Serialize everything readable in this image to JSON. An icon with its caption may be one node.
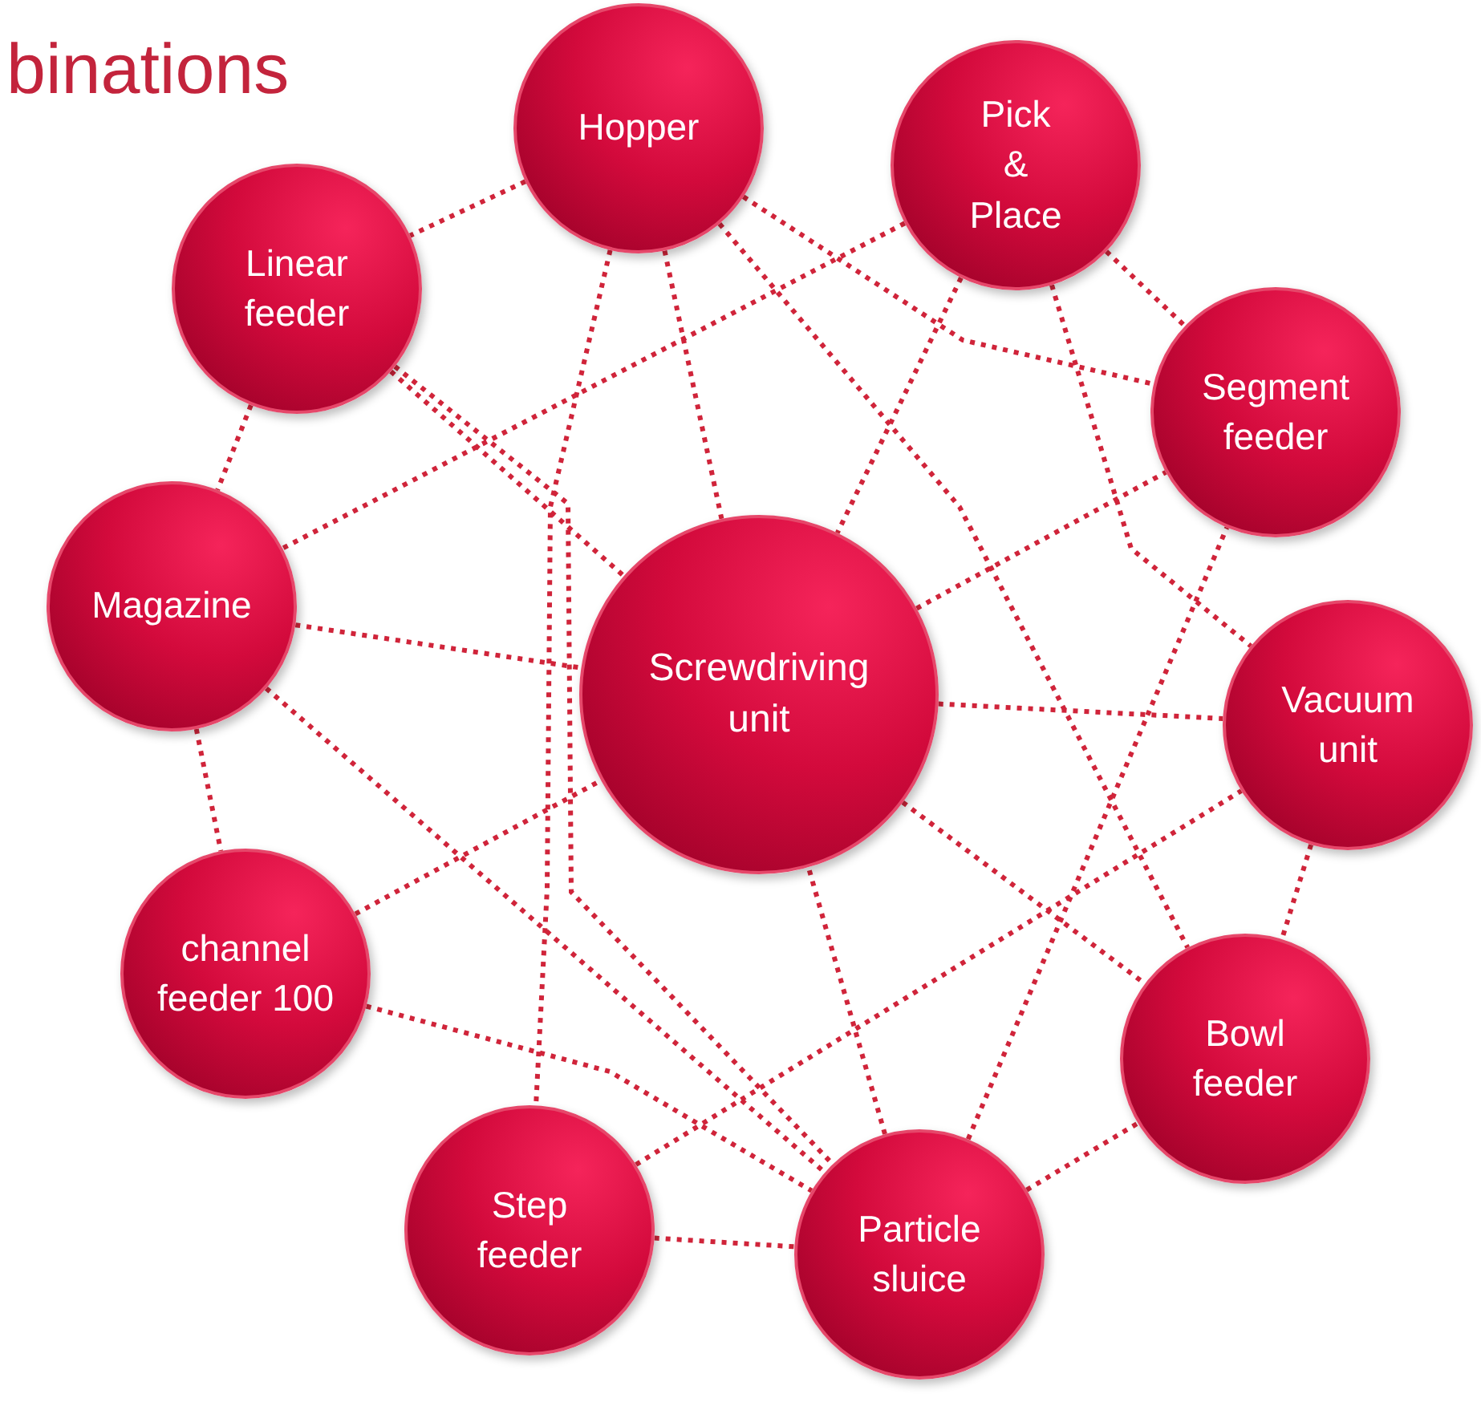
{
  "diagram": {
    "nodes": [
      {
        "text": [
          "Hopper"
        ]
      },
      {
        "text": [
          "Pick & Place"
        ]
      },
      {
        "text": [
          "Linear feeder"
        ]
      },
      {
        "text": [
          "Segment feeder"
        ]
      },
      {
        "text": [
          "Magazine"
        ]
      },
      {
        "text": [
          "Screwdriving unit"
        ]
      },
      {
        "text": [
          "Vacuum unit"
        ]
      },
      {
        "text": [
          "channel feeder 100"
        ]
      },
      {
        "text": [
          "Bowl feeder"
        ]
      },
      {
        "text": [
          "Step feeder"
        ]
      },
      {
        "text": [
          "Particle sluice"
        ]
      }
    ],
    "edges": [
      {
        "from": 0,
        "to": 2,
        "arrow": "none",
        "style": "dashed"
      },
      {
        "from": 0,
        "to": 9,
        "arrow": "none",
        "style": "dashed"
      },
      {
        "from": 0,
        "to": 5,
        "arrow": "none",
        "style": "dashed"
      },
      {
        "from": 0,
        "to": 8,
        "arrow": "none",
        "style": "dashed"
      },
      {
        "from": 0,
        "to": 3,
        "arrow": "none",
        "style": "dashed"
      },
      {
        "from": 1,
        "to": 3,
        "arrow": "none",
        "style": "dashed"
      },
      {
        "from": 1,
        "to": 4,
        "arrow": "none",
        "style": "dashed"
      },
      {
        "from": 1,
        "to": 5,
        "arrow": "none",
        "style": "dashed"
      },
      {
        "from": 1,
        "to": 6,
        "arrow": "none",
        "style": "dashed"
      },
      {
        "from": 2,
        "to": 4,
        "arrow": "none",
        "style": "dashed"
      },
      {
        "from": 2,
        "to": 5,
        "arrow": "none",
        "style": "dashed"
      },
      {
        "from": 2,
        "to": 10,
        "arrow": "none",
        "style": "dashed"
      },
      {
        "from": 4,
        "to": 5,
        "arrow": "none",
        "style": "dashed"
      },
      {
        "from": 4,
        "to": 7,
        "arrow": "none",
        "style": "dashed"
      },
      {
        "from": 4,
        "to": 10,
        "arrow": "none",
        "style": "dashed"
      },
      {
        "from": 7,
        "to": 5,
        "arrow": "none",
        "style": "dashed"
      },
      {
        "from": 7,
        "to": 10,
        "arrow": "none",
        "style": "dashed"
      },
      {
        "from": 9,
        "to": 10,
        "arrow": "none",
        "style": "dashed"
      },
      {
        "from": 9,
        "to": 6,
        "arrow": "none",
        "style": "dashed"
      },
      {
        "from": 10,
        "to": 8,
        "arrow": "none",
        "style": "dashed"
      },
      {
        "from": 10,
        "to": 5,
        "arrow": "none",
        "style": "dashed"
      },
      {
        "from": 10,
        "to": 3,
        "arrow": "none",
        "style": "dashed"
      },
      {
        "from": 5,
        "to": 3,
        "arrow": "none",
        "style": "dashed"
      },
      {
        "from": 5,
        "to": 6,
        "arrow": "none",
        "style": "dashed"
      },
      {
        "from": 5,
        "to": 8,
        "arrow": "none",
        "style": "dashed"
      },
      {
        "from": 6,
        "to": 8,
        "arrow": "none",
        "style": "dashed"
      }
    ],
    "labels": [
      "binations"
    ]
  }
}
